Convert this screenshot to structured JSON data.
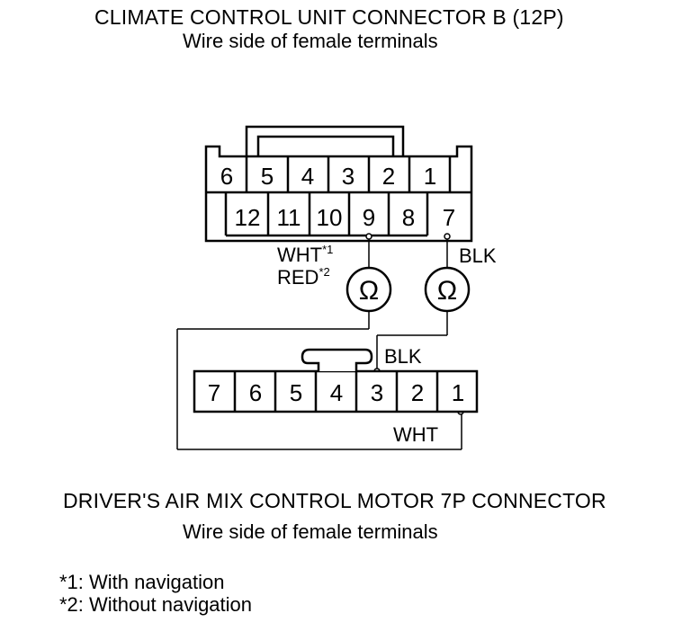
{
  "top_connector": {
    "title": "CLIMATE CONTROL UNIT CONNECTOR B (12P)",
    "subtitle": "Wire side of female terminals",
    "pins_top_row": [
      "6",
      "5",
      "4",
      "3",
      "2",
      "1"
    ],
    "pins_bottom_row": [
      "12",
      "11",
      "10",
      "9",
      "8",
      "7"
    ]
  },
  "wire_labels": {
    "pin9_wire_a": "WHT",
    "pin9_wire_a_note": "*1",
    "pin9_wire_b": "RED",
    "pin9_wire_b_note": "*2",
    "pin7_wire": "BLK",
    "pin3_wire": "BLK",
    "pin1_wire": "WHT"
  },
  "meter_symbol": "Ω",
  "bottom_connector": {
    "title": "DRIVER'S AIR MIX CONTROL MOTOR 7P CONNECTOR",
    "subtitle": "Wire side of female terminals",
    "pins": [
      "7",
      "6",
      "5",
      "4",
      "3",
      "2",
      "1"
    ]
  },
  "footnotes": {
    "note1": "*1: With navigation",
    "note2": "*2: Without navigation"
  }
}
